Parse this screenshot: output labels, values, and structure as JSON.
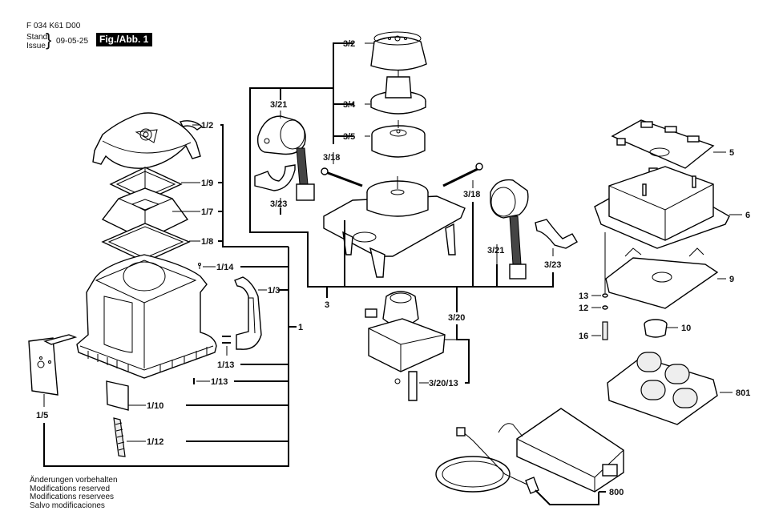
{
  "header": {
    "document_code": "F 034 K61 D00",
    "stand_label": "Stand",
    "issue_label": "Issue",
    "date": "09-05-25",
    "figure_label": "Fig./Abb. 1"
  },
  "footer": {
    "notes": [
      "Änderungen vorbehalten",
      "Modifications reserved",
      "Modifications reservees",
      "Salvo modificaciones"
    ]
  },
  "diagram": {
    "type": "exploded parts diagram",
    "groups": [
      {
        "id": "1",
        "label": "1",
        "parts": [
          "1/2",
          "1/3",
          "1/5",
          "1/7",
          "1/8",
          "1/9",
          "1/10",
          "1/12",
          "1/13",
          "1/13",
          "1/14"
        ]
      },
      {
        "id": "3",
        "label": "3",
        "parts": [
          "3/2",
          "3/4",
          "3/5",
          "3/18",
          "3/18",
          "3/20",
          "3/20/13",
          "3/21",
          "3/21",
          "3/23",
          "3/23"
        ]
      }
    ],
    "labels": {
      "p1": "1",
      "p1_2": "1/2",
      "p1_3": "1/3",
      "p1_5": "1/5",
      "p1_7": "1/7",
      "p1_8": "1/8",
      "p1_9": "1/9",
      "p1_10": "1/10",
      "p1_12": "1/12",
      "p1_13a": "1/13",
      "p1_13b": "1/13",
      "p1_14": "1/14",
      "p3": "3",
      "p3_2": "3/2",
      "p3_4": "3/4",
      "p3_5": "3/5",
      "p3_18a": "3/18",
      "p3_18b": "3/18",
      "p3_20": "3/20",
      "p3_20_13": "3/20/13",
      "p3_21a": "3/21",
      "p3_21b": "3/21",
      "p3_23a": "3/23",
      "p3_23b": "3/23",
      "p5": "5",
      "p6": "6",
      "p9": "9",
      "p10": "10",
      "p12": "12",
      "p13": "13",
      "p16": "16",
      "p800": "800",
      "p801": "801"
    }
  }
}
